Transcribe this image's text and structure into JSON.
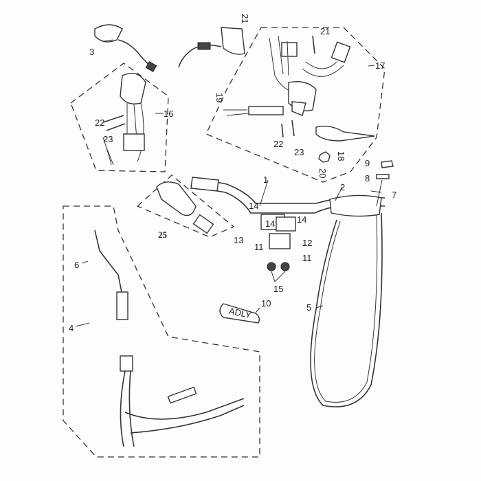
{
  "diagram": {
    "title": "Handlebar exploded parts diagram",
    "grip_text": "ADLY",
    "callouts": {
      "c3": "3",
      "c21a": "21",
      "c21b": "21",
      "c17": "17",
      "c16": "16",
      "c22a": "22",
      "c23a": "23",
      "c19": "19",
      "c22b": "22",
      "c23b": "23",
      "c18": "18",
      "c20": "20",
      "c9": "9",
      "c8": "8",
      "c7": "7",
      "c1": "1",
      "c2": "2",
      "c14a": "14",
      "c14b": "14",
      "c14c": "14",
      "c25": "25",
      "c13": "13",
      "c11a": "11",
      "c12": "12",
      "c11b": "11",
      "c15": "15",
      "c6": "6",
      "c4": "4",
      "c10": "10",
      "c5": "5"
    }
  }
}
